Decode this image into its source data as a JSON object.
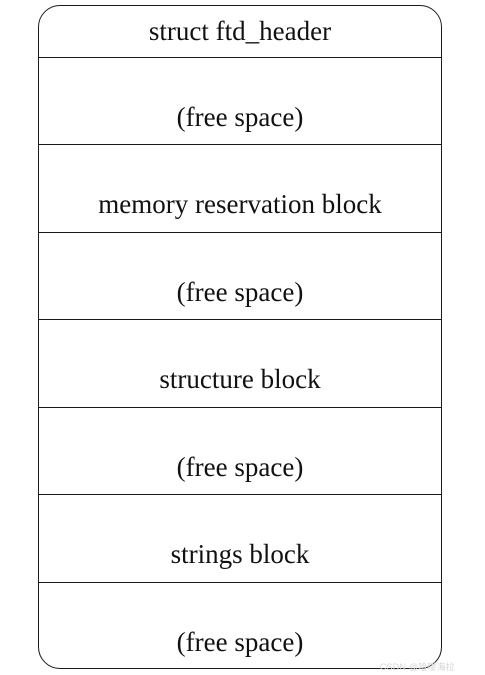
{
  "diagram": {
    "sections": [
      {
        "label": "struct ftd_header"
      },
      {
        "label": "(free space)"
      },
      {
        "label": "memory reservation block"
      },
      {
        "label": "(free space)"
      },
      {
        "label": "structure block"
      },
      {
        "label": "(free space)"
      },
      {
        "label": "strings block"
      },
      {
        "label": "(free space)"
      }
    ]
  },
  "watermark": "CSDN @哈喽海拉"
}
